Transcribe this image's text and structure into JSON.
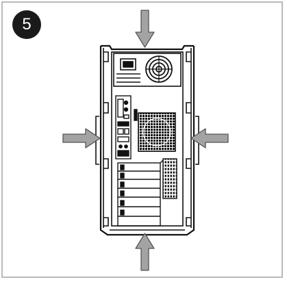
{
  "step": {
    "number": "5"
  },
  "illustration": {
    "subject": "computer-case-rear-view",
    "arrows": [
      "arrow-top-down",
      "arrow-bottom-up",
      "arrow-left-right",
      "arrow-right-left"
    ]
  },
  "colors": {
    "frame_border": "#b9b9b9",
    "badge_fill": "#1a1a1a",
    "badge_text": "#ffffff",
    "arrow_fill": "#a3a3a3",
    "arrow_stroke": "#555555",
    "line": "#111111"
  }
}
